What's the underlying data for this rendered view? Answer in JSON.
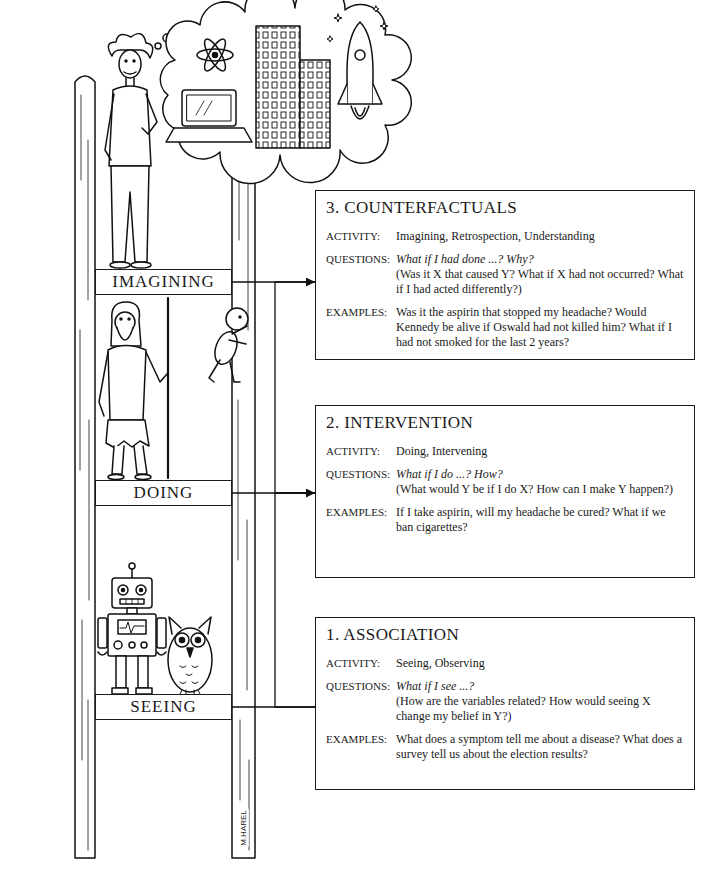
{
  "diagram": {
    "nodes": [
      {
        "text": [
          "3. COUNTERFACTUALS",
          "ACTIVITY:",
          "Imagining, Retrospection, Understanding",
          "QUESTIONS:",
          "What if I had done ...? Why?",
          "(Was it X that caused Y? What if X had not occurred? What if I had acted differently?)",
          "EXAMPLES:",
          "Was it the aspirin that stopped my headache? Would Kennedy be alive if Oswald had not killed him? What if I had not smoked for the last 2 years?"
        ]
      },
      {
        "text": [
          "IMAGINING"
        ]
      },
      {
        "text": [
          "2. INTERVENTION",
          "ACTIVITY:",
          "Doing, Intervening",
          "QUESTIONS:",
          "What if I do ...? How?",
          "(What would Y be if I do X? How can I make Y happen?)",
          "EXAMPLES:",
          "If I take aspirin, will my headache be cured? What if we ban cigarettes?"
        ]
      },
      {
        "text": [
          "DOING"
        ]
      },
      {
        "text": [
          "1. ASSOCIATION",
          "ACTIVITY:",
          "Seeing, Observing",
          "QUESTIONS:",
          "What if I see ...?",
          "(How are the variables related? How would seeing X change my belief in Y?)",
          "EXAMPLES:",
          "What does a symptom tell me about a disease? What does a survey tell us about the election results?"
        ]
      },
      {
        "text": [
          "SEEING"
        ]
      }
    ],
    "edges": [
      {
        "from": 1,
        "to": 0,
        "arrow": "none"
      },
      {
        "from": 3,
        "to": 2,
        "arrow": "none"
      },
      {
        "from": 5,
        "to": 4,
        "arrow": "none"
      },
      {
        "from": 4,
        "to": 2,
        "arrow": "to"
      },
      {
        "from": 2,
        "to": 0,
        "arrow": "to"
      }
    ],
    "labels": [
      "M.HAREL"
    ]
  }
}
